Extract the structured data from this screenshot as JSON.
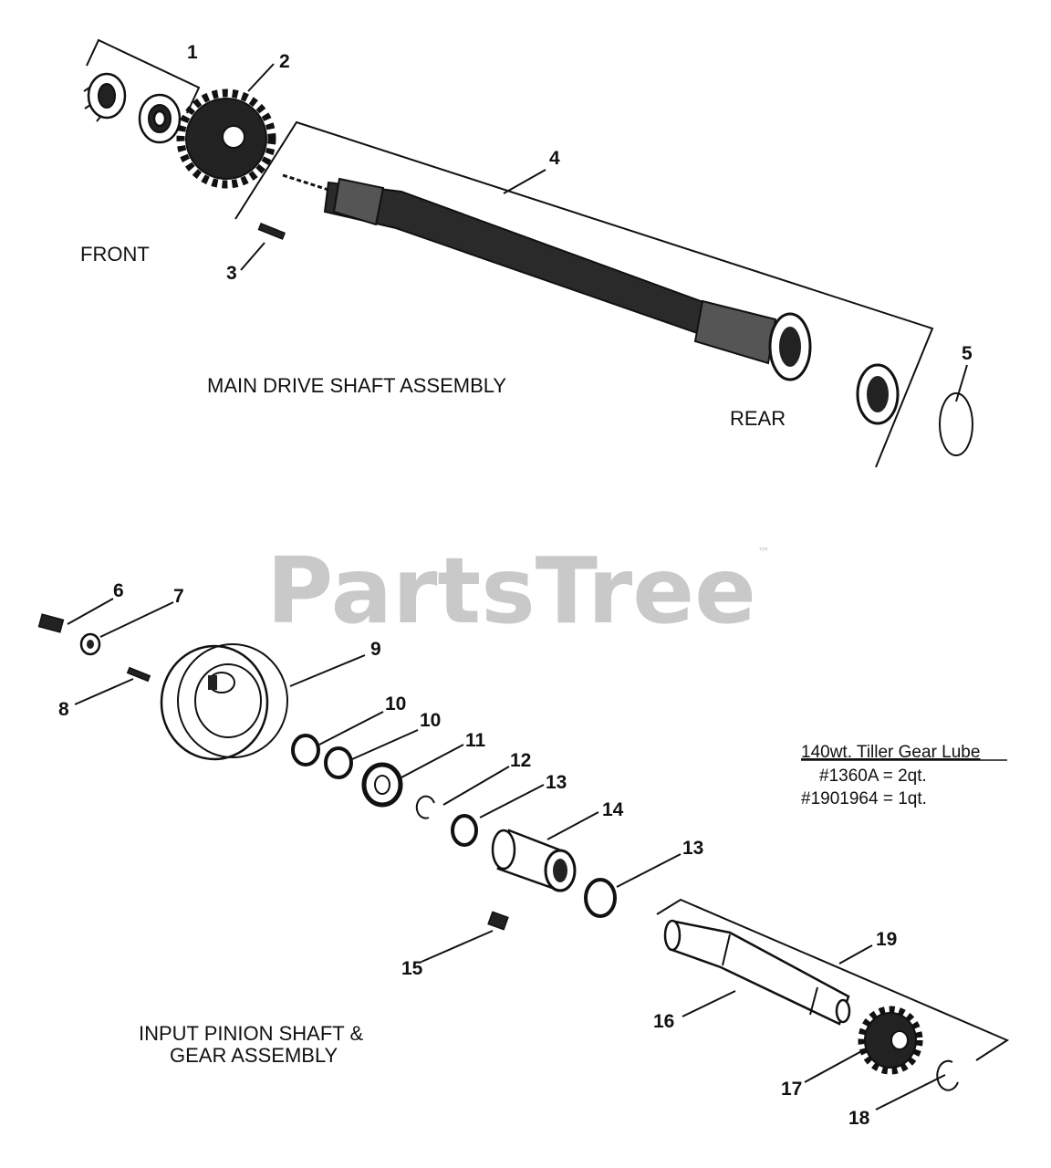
{
  "watermark": {
    "brand": "PartsTree",
    "trademark": "™"
  },
  "main_assembly": {
    "title": "MAIN DRIVE SHAFT ASSEMBLY",
    "front_label": "FRONT",
    "rear_label": "REAR"
  },
  "pinion_assembly": {
    "title_line1": "INPUT PINION SHAFT &",
    "title_line2": "GEAR ASSEMBLY"
  },
  "lube_note": {
    "heading": "140wt. Tiller Gear Lube",
    "line1": "#1360A = 2qt.",
    "line2": "#1901964 = 1qt."
  },
  "callouts": {
    "c1": "1",
    "c2": "2",
    "c3": "3",
    "c4": "4",
    "c5": "5",
    "c6": "6",
    "c7": "7",
    "c8": "8",
    "c9": "9",
    "c10a": "10",
    "c10b": "10",
    "c11": "11",
    "c12": "12",
    "c13a": "13",
    "c13b": "13",
    "c14": "14",
    "c15": "15",
    "c16": "16",
    "c17": "17",
    "c18": "18",
    "c19": "19"
  }
}
